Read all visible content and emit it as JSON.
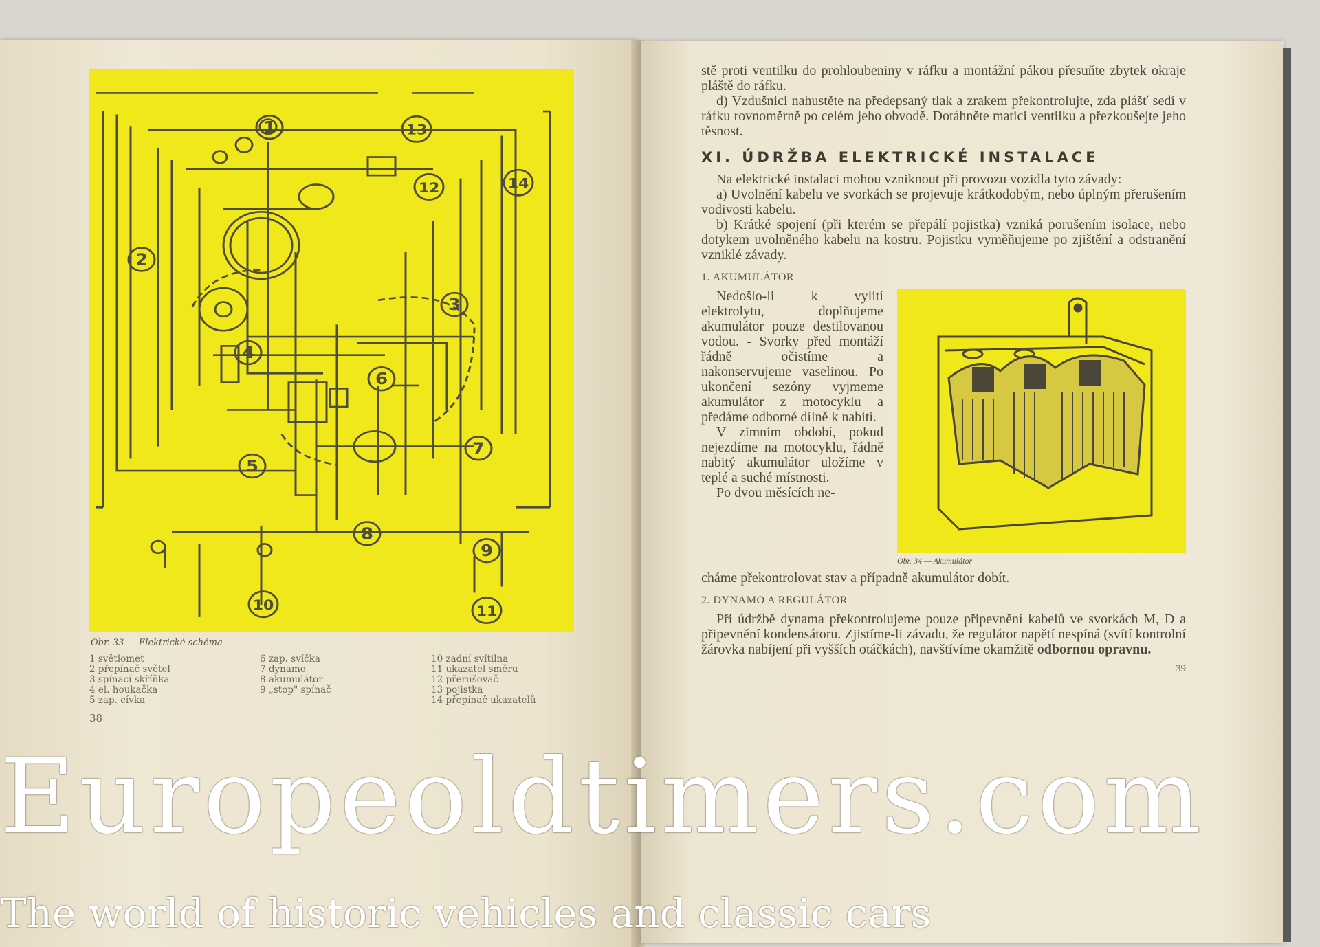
{
  "left_page": {
    "figure_caption": "Obr. 33 — Elektrické schéma",
    "diagram_labels": [
      "1",
      "2",
      "3",
      "4",
      "5",
      "6",
      "7",
      "8",
      "9",
      "10",
      "11",
      "12",
      "13",
      "14"
    ],
    "legend": [
      [
        "1 světlomet",
        "2 přepínač světel",
        "3 spínací skříňka",
        "4 el. houkačka",
        "5 zap. cívka"
      ],
      [
        "6 zap. svíčka",
        "7 dynamo",
        "8 akumulátor",
        "9 „stop\" spínač"
      ],
      [
        "10 zadní svítilna",
        "11 ukazatel směru",
        "12 přerušovač",
        "13 pojistka",
        "14 přepínač ukazatelů"
      ]
    ],
    "page_number": "38"
  },
  "right_page": {
    "intro": [
      "stě proti ventilku do prohloubeniny v ráfku a montážní pákou přesuňte zbytek okraje pláště do ráfku.",
      "d) Vzdušnici nahustěte na předepsaný tlak a zrakem překontrolujte, zda plášť sedí v ráfku rovnoměrně po celém jeho obvodě. Dotáhněte matici ventilku a přezkoušejte jeho těsnost."
    ],
    "section_title": "XI. ÚDRŽBA ELEKTRICKÉ INSTALACE",
    "section_paragraphs": [
      "Na elektrické instalaci mohou vzniknout při provozu vozidla tyto závady:",
      "a) Uvolnění kabelu ve svorkách se projevuje krátkodobým, nebo úplným přerušením vodivosti kabelu.",
      "b) Krátké spojení (při kterém se přepálí pojistka) vzniká porušením isolace, nebo dotykem uvolněného kabelu na kostru. Pojistku vyměňujeme po zjištění a odstranění vzniklé závady."
    ],
    "sub1_title": "1. AKUMULÁTOR",
    "sub1_paragraphs": [
      "Nedošlo-li k vylití elektrolytu, doplňujeme akumulátor pouze destilovanou vodou. - Svorky před montáží řádně očistíme a nakonservujeme vaselinou. Po ukončení sezóny vyjmeme akumulátor z motocyklu a předáme odborné dílně k nabití.",
      "V zimním období, pokud nejezdíme na motocyklu, řádně nabitý akumulátor uložíme v teplé a suché místnosti.",
      "Po dvou měsících ne-"
    ],
    "sub1_full_line": "cháme překontrolovat stav a případně akumulátor dobít.",
    "figure_caption": "Obr. 34 — Akumulátor",
    "sub2_title": "2. DYNAMO A REGULÁTOR",
    "sub2_paragraph": "Při údržbě dynama překontrolujeme pouze připevnění kabelů ve svorkách M, D a připevnění kondensátoru. Zjistíme-li závadu, že regulátor napětí nespíná (svítí kontrolní žárovka nabíjení při vyšších otáčkách), navštívíme okamžitě",
    "sub2_bold_end": "odbornou opravnu.",
    "page_number": "39"
  },
  "watermark": {
    "site": "Europeoldtimers.com",
    "tagline": "The world of historic vehicles and classic cars"
  },
  "colors": {
    "paper": "#ece4cf",
    "figure_yellow": "#f1e81c",
    "ink": "#4d493f"
  }
}
